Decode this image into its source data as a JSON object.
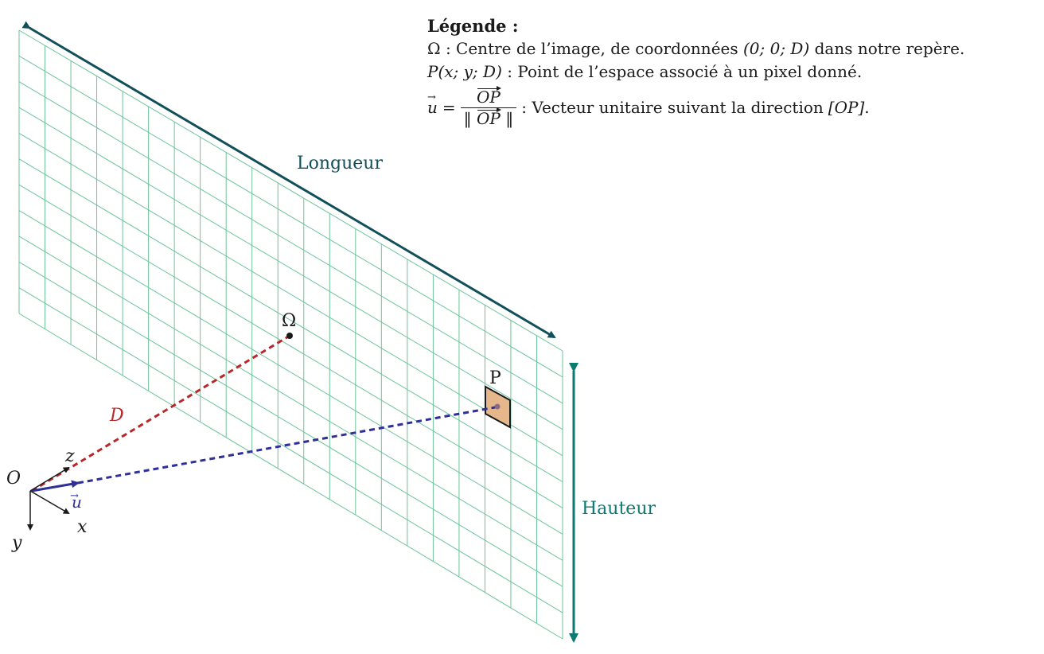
{
  "colors": {
    "grid": "#6dc39a",
    "dark_teal": "#11505a",
    "teal": "#0b7a72",
    "red": "#b8272a",
    "blue": "#2f2f9a",
    "pixel_fill": "#e5b78a",
    "black": "#1a1a1a"
  },
  "labels": {
    "longueur": "Longueur",
    "hauteur": "Hauteur",
    "omega": "Ω",
    "p": "P",
    "d": "D",
    "o": "O",
    "x": "x",
    "y": "y",
    "z": "z",
    "u": "u"
  },
  "legend": {
    "title": "Légende :",
    "line1_symbol": "Ω",
    "line1_text_a": " : Centre de l’image, de coordonnées ",
    "line1_coords": "(0; 0; D)",
    "line1_text_b": " dans notre repère.",
    "line2_symbol": "P(x; y; D)",
    "line2_text": " : Point de l’espace associé à un pixel donné.",
    "line3_lhs": "u",
    "line3_eq": "=",
    "line3_num": "OP",
    "line3_den_left": "‖",
    "line3_den": "OP",
    "line3_den_right": "‖",
    "line3_text": " : Vecteur unitaire suivant la direction ",
    "line3_segment": "[OP]",
    "line3_end": "."
  },
  "icons": {
    "arrows": "double-headed-arrow",
    "points": "dot"
  }
}
